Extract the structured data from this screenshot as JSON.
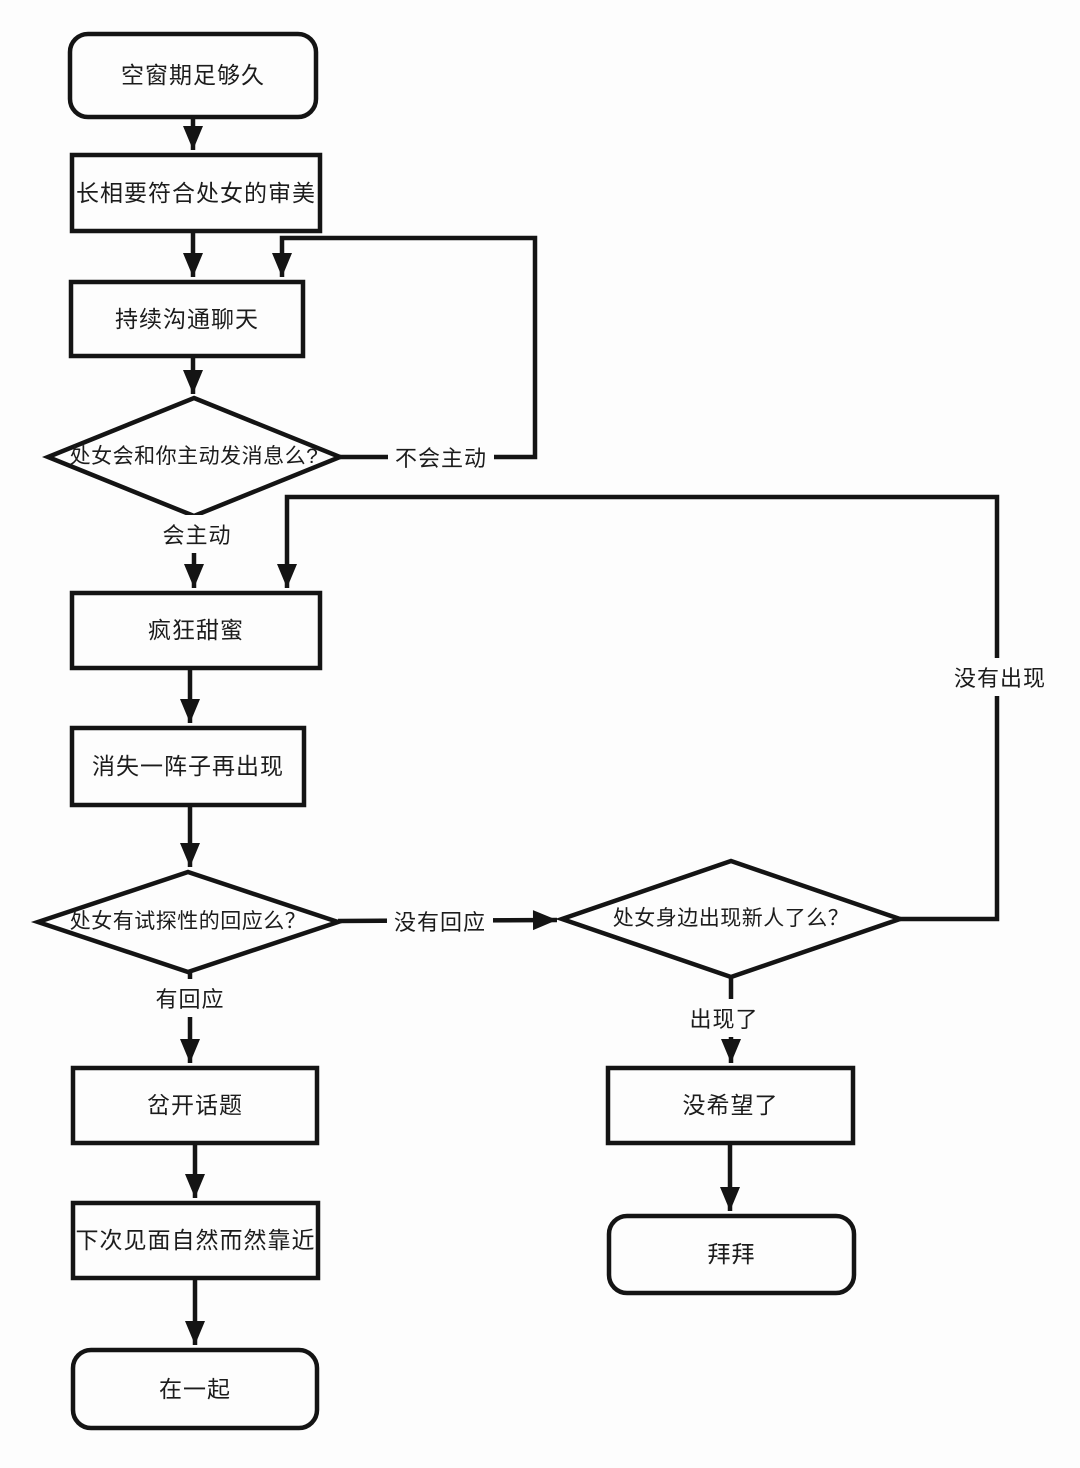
{
  "diagram": {
    "type": "flowchart",
    "colors": {
      "stroke": "#141414",
      "background": "#fdfdfd",
      "text": "#1c1c1c"
    },
    "nodes": {
      "start": {
        "label": "空窗期足够久",
        "shape": "rounded"
      },
      "appearance": {
        "label": "长相要符合处女的审美",
        "shape": "rect"
      },
      "keep_chatting": {
        "label": "持续沟通聊天",
        "shape": "rect"
      },
      "d_initiative": {
        "label": "处女会和你主动发消息么?",
        "shape": "diamond"
      },
      "crazy_sweet": {
        "label": "疯狂甜蜜",
        "shape": "rect"
      },
      "disappear": {
        "label": "消失一阵子再出现",
        "shape": "rect"
      },
      "d_response": {
        "label": "处女有试探性的回应么？",
        "shape": "diamond"
      },
      "d_new_person": {
        "label": "处女身边出现新人了么？",
        "shape": "diamond"
      },
      "change_topic": {
        "label": "岔开话题",
        "shape": "rect"
      },
      "get_closer": {
        "label": "下次见面自然而然靠近",
        "shape": "rect"
      },
      "together": {
        "label": "在一起",
        "shape": "rounded"
      },
      "no_hope": {
        "label": "没希望了",
        "shape": "rect"
      },
      "bye": {
        "label": "拜拜",
        "shape": "rounded"
      }
    },
    "edge_labels": {
      "not_initiate": "不会主动",
      "will_initiate": "会主动",
      "no_response": "没有回应",
      "has_response": "有回应",
      "appeared": "出现了",
      "not_appeared": "没有出现"
    }
  }
}
